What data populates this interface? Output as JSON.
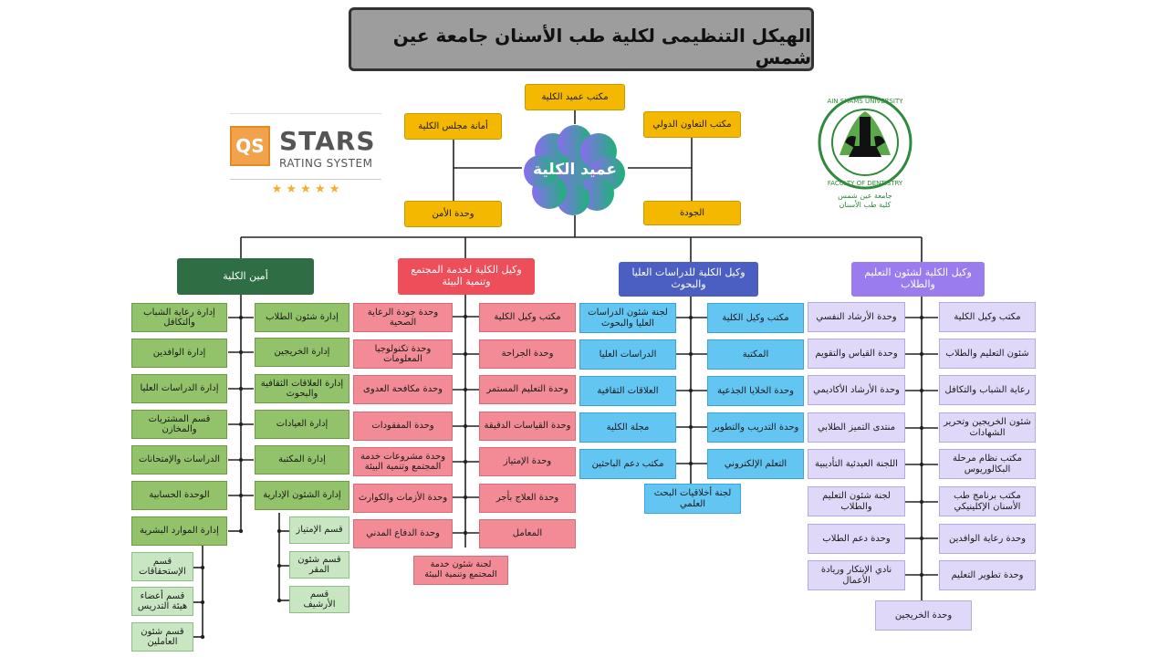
{
  "title": "الهيكل التنظيمى لكلية طب الأسنان جامعة عين شمس",
  "dean": "عميد الكلية",
  "top_units": {
    "dean_office": "مكتب عميد الكلية",
    "council_secretariat": "أمانة مجلس الكلية",
    "intl_cooperation": "مكتب التعاون الدولي",
    "security": "وحدة الأمن",
    "quality": "الجودة"
  },
  "qs_logo": {
    "mark": "QS",
    "wordmark": "STARS",
    "tagline": "RATING SYSTEM",
    "stars": "★ ★ ★ ★ ★"
  },
  "faculty_logo": {
    "arc_top": "AIN SHAMS UNIVERSITY",
    "arc_bottom": "FACULTY OF DENTISTRY",
    "arabic_line1": "جامعة عين شمس",
    "arabic_line2": "كلية طب الأسنان"
  },
  "secretary": {
    "header": "أمين الكلية",
    "col_inner": [
      "إدارة شئون الطلاب",
      "إدارة الخريجين",
      "إدارة العلاقات الثقافية والبحوث",
      "إدارة العيادات",
      "إدارة المكتبة",
      "إدارة الشئون الإدارية"
    ],
    "col_outer": [
      "إدارة رعاية الشباب والتكافل",
      "إدارة الوافدين",
      "إدارة الدراسات العليا",
      "قسم المشتريات والمخازن",
      "الدراسات والإمتحانات",
      "الوحدة الحسابية",
      "إدارة الموارد البشرية"
    ],
    "hr_sub": [
      "قسم الإستحقاقات",
      "قسم أعضاء هيئة التدريس",
      "قسم شئون العاملين"
    ],
    "admin_sub": [
      "قسم الإمتياز",
      "قسم شئون المقر",
      "قسم الأرشيف"
    ]
  },
  "community": {
    "header": "وكيل الكلية لخدمة المجتمع وتنمية البيئة",
    "col_right": [
      "مكتب وكيل الكلية",
      "وحدة الجراحة",
      "وحدة التعليم المستمر",
      "وحدة القياسات الدقيقة",
      "وحدة الإمتياز",
      "وحدة العلاج بأجر",
      "المعامل"
    ],
    "col_left": [
      "وحدة جودة الرعاية الصحية",
      "وحدة تكنولوجيا المعلومات",
      "وحدة مكافحة العدوى",
      "وحدة المفقودات",
      "وحدة مشروعات خدمة المجتمع وتنمية البيئة",
      "وحدة الأزمات والكوارث",
      "وحدة الدفاع المدني"
    ],
    "committee": "لجنة شئون خدمة المجتمع وتنمية البيئة"
  },
  "graduate": {
    "header": "وكيل الكلية للدراسات العليا والبحوث",
    "col_right": [
      "مكتب وكيل الكلية",
      "المكتبة",
      "وحدة الخلايا الجذعية",
      "وحدة التدريب والتطوير",
      "التعلم الإلكتروني"
    ],
    "col_left": [
      "لجنة شئون الدراسات العليا والبحوث",
      "الدراسات العليا",
      "العلاقات الثقافية",
      "مجلة الكلية",
      "مكتب دعم الباحثين"
    ],
    "committee": "لجنة أخلاقيات البحث العلمي"
  },
  "education": {
    "header": "وكيل الكلية لشئون التعليم والطلاب",
    "col_right": [
      "مكتب وكيل الكلية",
      "شئون التعليم والطلاب",
      "رعاية الشباب والتكافل",
      "شئون الخريجين وتحرير الشهادات",
      "مكتب نظام مرحلة البكالوريوس",
      "مكتب برنامج طب الأسنان الإكلينيكي",
      "وحدة رعاية الوافدين",
      "وحدة تطوير التعليم"
    ],
    "col_left": [
      "وحدة الأرشاد النفسي",
      "وحدة القياس والتقويم",
      "وحدة الأرشاد الأكاديمي",
      "منتدى التميز الطلابي",
      "اللجنة العبدئية التأديبية",
      "لجنة شئون التعليم والطلاب",
      "وحدة دعم الطلاب",
      "نادي الإبتكار وريادة الأعمال"
    ],
    "graduates_unit": "وحدة الخريجين"
  },
  "colors": {
    "orange": "#f5b800",
    "green_header": "#2f6e44",
    "green": "#92c26a",
    "light_green": "#c9e6c2",
    "pink_header": "#ee4d5a",
    "pink": "#f28b95",
    "blue_header": "#4a5fc1",
    "blue": "#63c5f2",
    "purple_header": "#9a7cef",
    "lavender": "#e0d8f8"
  }
}
